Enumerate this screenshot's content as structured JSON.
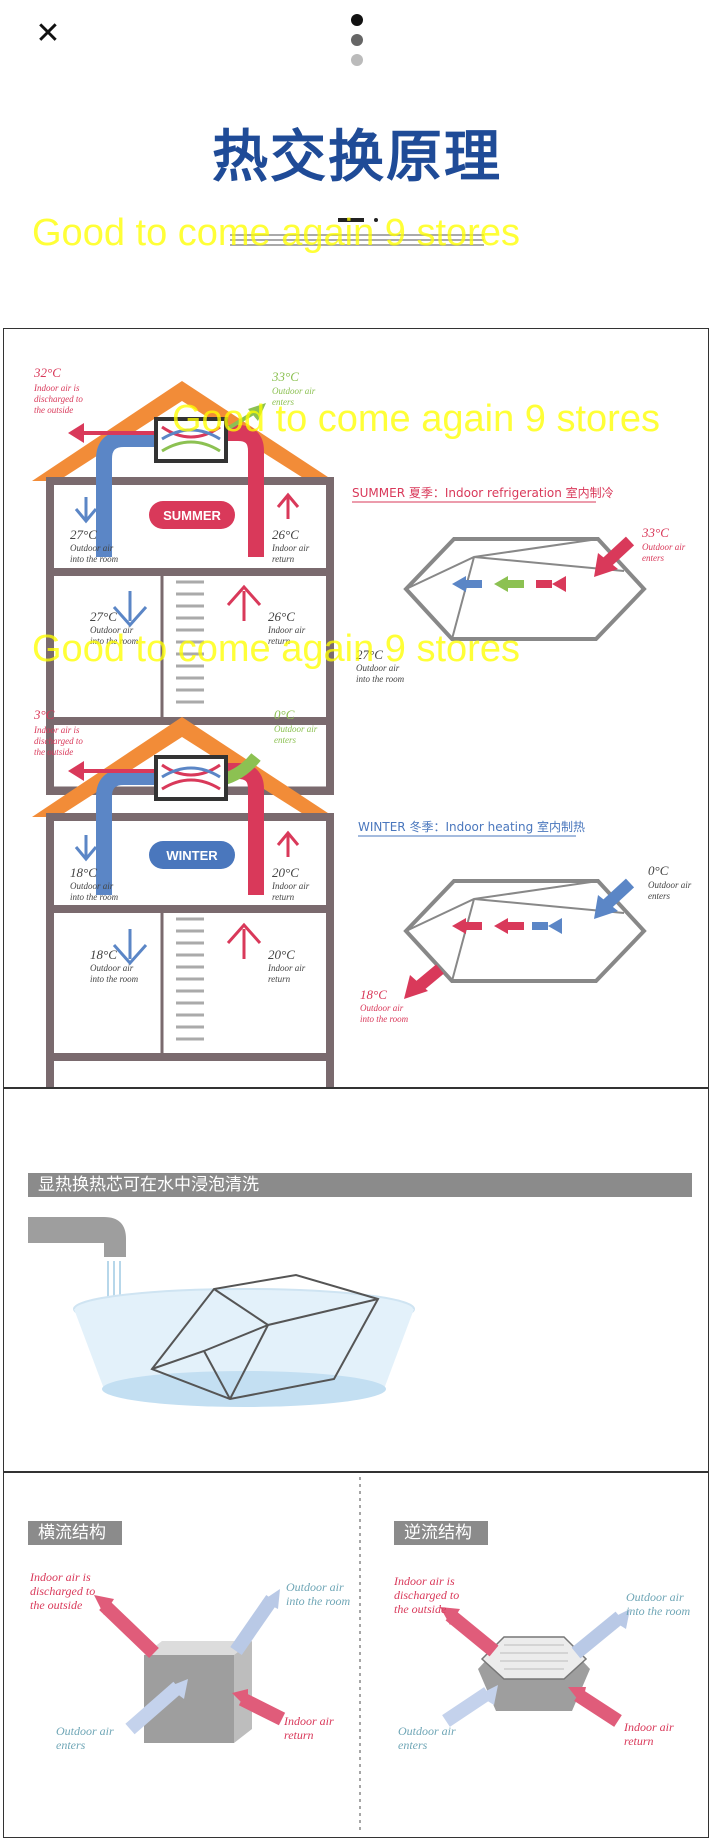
{
  "header": {
    "close_icon": "close-icon",
    "page_dots": [
      "#111111",
      "#666666",
      "#bbbbbb"
    ]
  },
  "title": "热交换原理",
  "watermark": "Good to come again 9 stores",
  "summer": {
    "badge": "SUMMER",
    "banner": "SUMMER 夏季：Indoor refrigeration 室内制冷",
    "exhaust_temp": "32°C",
    "exhaust_label": [
      "Indoor air is",
      "discharged to",
      "the outside"
    ],
    "intake_temp": "33°C",
    "intake_label": [
      "Outdoor air",
      "enters"
    ],
    "supply_upper_temp": "27°C",
    "supply_lower_temp": "27°C",
    "supply_label": [
      "Outdoor air",
      "into the room"
    ],
    "return_upper_temp": "26°C",
    "return_lower_temp": "26°C",
    "return_label": [
      "Indoor air",
      "return"
    ],
    "core_in_temp": "33°C",
    "core_in_label": [
      "Outdoor air",
      "enters"
    ],
    "core_out_temp": "27°C",
    "core_out_label": [
      "Outdoor air",
      "into the room"
    ]
  },
  "winter": {
    "badge": "WINTER",
    "banner": "WINTER 冬季：Indoor heating 室内制热",
    "exhaust_temp": "3°C",
    "exhaust_label": [
      "Indoor air is",
      "discharged to",
      "the outside"
    ],
    "intake_temp": "0°C",
    "intake_label": [
      "Outdoor air",
      "enters"
    ],
    "supply_upper_temp": "18°C",
    "supply_lower_temp": "18°C",
    "supply_label": [
      "Outdoor air",
      "into the room"
    ],
    "return_upper_temp": "20°C",
    "return_lower_temp": "20°C",
    "return_label": [
      "Indoor air",
      "return"
    ],
    "core_in_temp": "0°C",
    "core_in_label": [
      "Outdoor air",
      "enters"
    ],
    "core_out_temp": "18°C",
    "core_out_label": [
      "Outdoor air",
      "into the room"
    ]
  },
  "wash": {
    "title": "显热换热芯可在水中浸泡清洗"
  },
  "crossflow": {
    "title": "横流结构",
    "exhaust": [
      "Indoor air is",
      "discharged to",
      "the outside"
    ],
    "supply": [
      "Outdoor air",
      "into the room"
    ],
    "intake": [
      "Outdoor air",
      "enters"
    ],
    "return": [
      "Indoor air",
      "return"
    ]
  },
  "counterflow": {
    "title": "逆流结构",
    "exhaust": [
      "Indoor air is",
      "discharged to",
      "the outside"
    ],
    "supply": [
      "Outdoor air",
      "into the room"
    ],
    "intake": [
      "Outdoor air",
      "enters"
    ],
    "return": [
      "Indoor air",
      "return"
    ]
  },
  "colors": {
    "title_blue": "#1f4b97",
    "roof": "#f28c38",
    "cold": "#5b86c6",
    "hot": "#d9395a",
    "green": "#8cc152",
    "wall": "#7a6a6e"
  }
}
